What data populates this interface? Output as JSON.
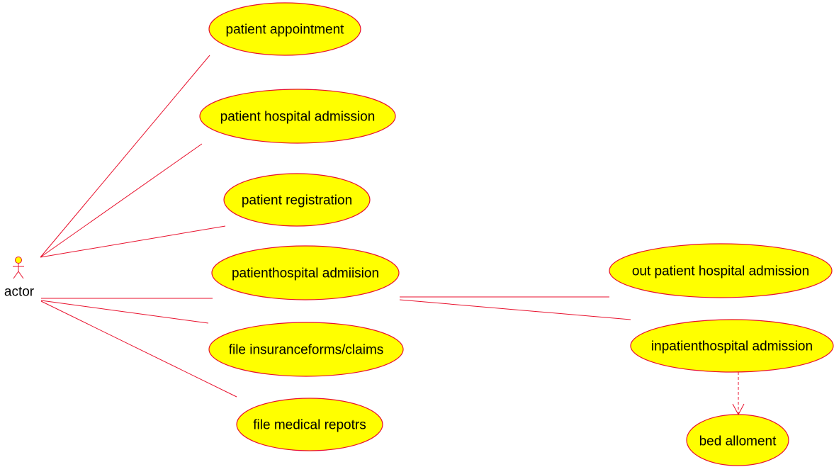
{
  "colors": {
    "usecase_fill": "#ffff00",
    "stroke": "#e8112d",
    "text": "#000000"
  },
  "actor": {
    "label": "actor",
    "icon": "stick-figure-icon"
  },
  "usecases": {
    "patient_appointment": "patient appointment",
    "patient_hospital_admission": "patient hospital admission",
    "patient_registration": "patient registration",
    "patienthospital_admiision": "patienthospital admiision",
    "file_insurance_forms_claims": "file insuranceforms/claims",
    "file_medical_repotrs": "file medical repotrs",
    "out_patient_hospital_admission": "out patient hospital admission",
    "inpatienthospital_admission": "inpatienthospital admission",
    "bed_alloment": "bed alloment"
  }
}
